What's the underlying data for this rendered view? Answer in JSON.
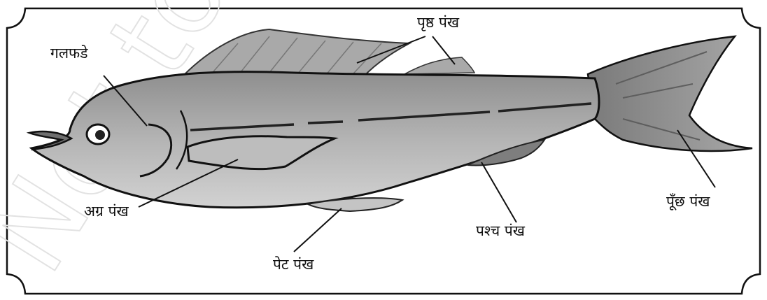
{
  "labels": {
    "gill": "गलफडे",
    "dorsal_fin": "पृष्ठ पंख",
    "front_fin": "अग्र पंख",
    "belly_fin": "पेट पंख",
    "rear_fin": "पश्च पंख",
    "tail_fin": "पूँछ पंख"
  },
  "watermark": "Not to be"
}
